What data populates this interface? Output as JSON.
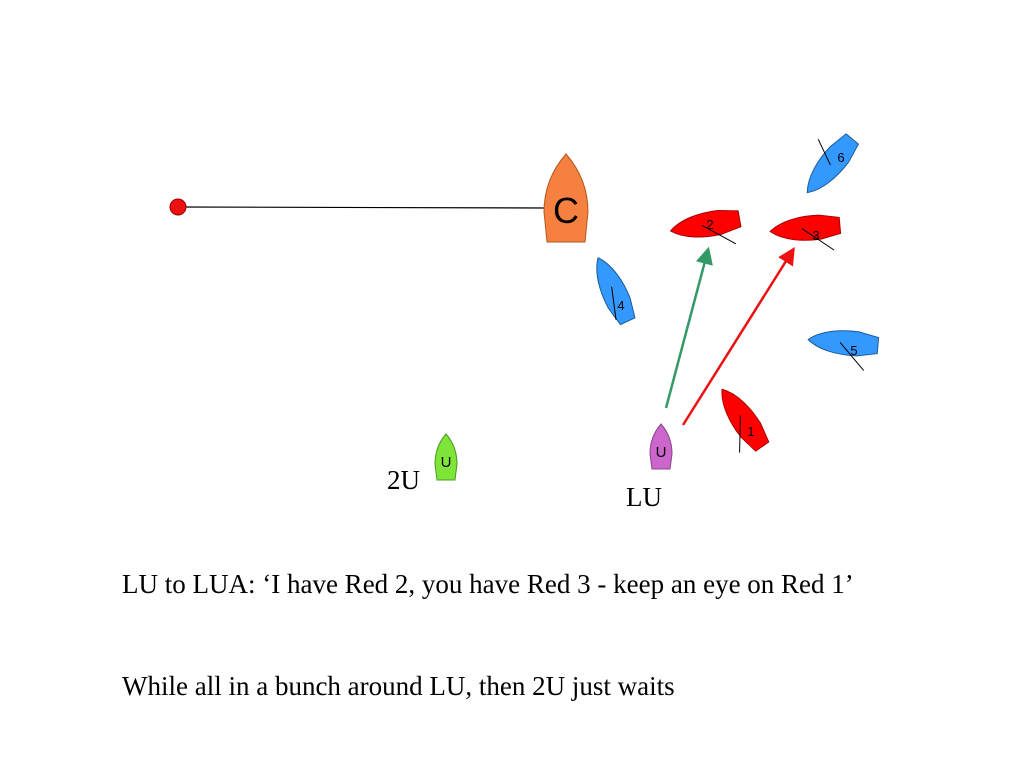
{
  "labels": {
    "second_umpire": "2U",
    "lead_umpire": "LU"
  },
  "boats": {
    "committee": {
      "letter": "C",
      "color": "#f58040"
    },
    "second_umpire": {
      "letter": "U",
      "color": "#7ee43a"
    },
    "lead_umpire": {
      "letter": "U",
      "color": "#cc66cc"
    },
    "red_1": {
      "number": "1",
      "color": "#ff0000"
    },
    "red_2": {
      "number": "2",
      "color": "#ff0000"
    },
    "red_3": {
      "number": "3",
      "color": "#ff0000"
    },
    "blue_4": {
      "number": "4",
      "color": "#3399ff"
    },
    "blue_5": {
      "number": "5",
      "color": "#3399ff"
    },
    "blue_6": {
      "number": "6",
      "color": "#3399ff"
    }
  },
  "mark": {
    "color": "#ee1111"
  },
  "arrows": {
    "to_red_2": {
      "color": "#339966"
    },
    "to_red_3": {
      "color": "#ee1111"
    }
  },
  "captions": [
    "LU  to LUA: ‘I have Red 2, you have Red 3 - keep an eye on Red 1’",
    "While all in a bunch around LU, then 2U just waits"
  ]
}
